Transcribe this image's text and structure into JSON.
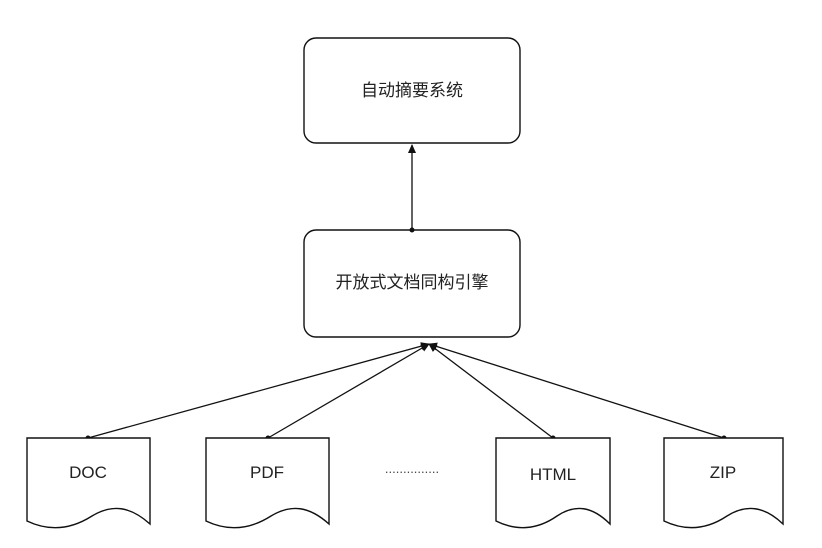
{
  "diagram": {
    "top_box": {
      "label": "自动摘要系统"
    },
    "middle_box": {
      "label": "开放式文档同构引擎"
    },
    "documents": [
      {
        "label": "DOC"
      },
      {
        "label": "PDF"
      },
      {
        "label": "HTML"
      },
      {
        "label": "ZIP"
      }
    ],
    "ellipsis": "..............."
  }
}
